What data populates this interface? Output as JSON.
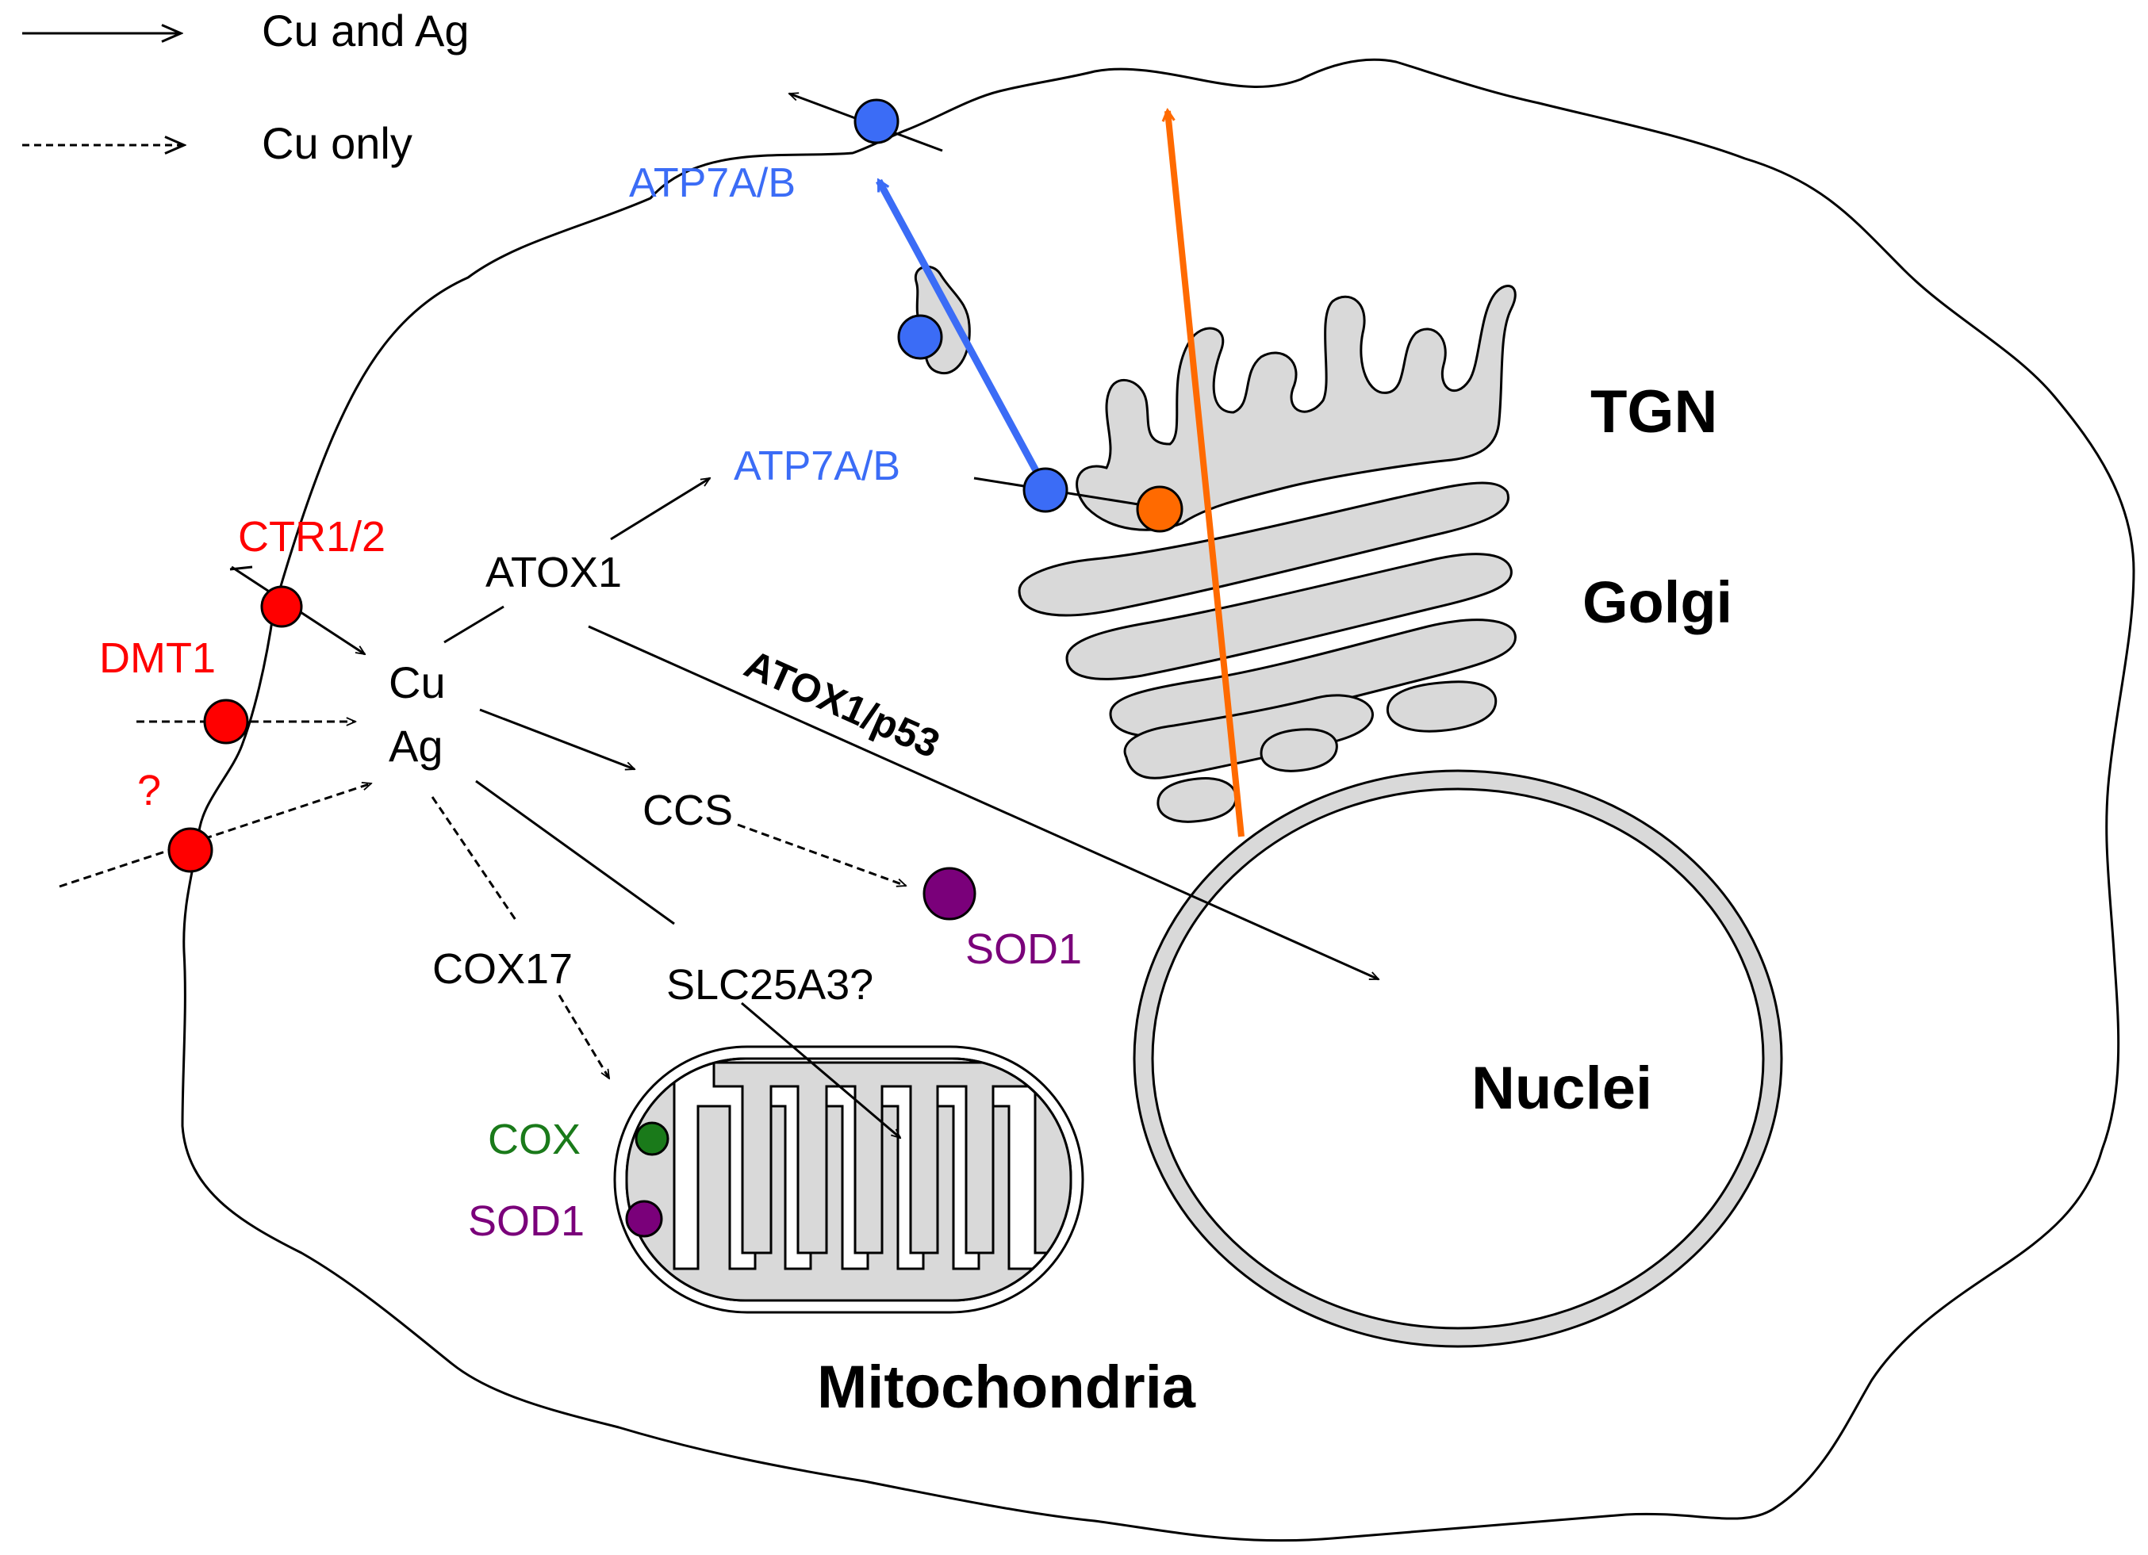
{
  "legend": {
    "solid_label": "Cu and Ag",
    "dashed_label": "Cu only"
  },
  "labels": {
    "atp7ab_top": "ATP7A/B",
    "atp7ab_mid": "ATP7A/B",
    "tgn": "TGN",
    "golgi": "Golgi",
    "ctr": "CTR1/2",
    "dmt1": "DMT1",
    "unknown": "?",
    "atox1": "ATOX1",
    "cu": "Cu",
    "ag": "Ag",
    "atox1_p53": "ATOX1/p53",
    "ccs": "CCS",
    "sod1_cyto": "SOD1",
    "cox17": "COX17",
    "slc25a3": "SLC25A3?",
    "cox": "COX",
    "sod1_mito": "SOD1",
    "nuclei": "Nuclei",
    "mitochondria": "Mitochondria"
  },
  "colors": {
    "transporter_red": "#ff0000",
    "atp7_blue": "#3b6cf6",
    "orange": "#ff6a00",
    "sod_purple": "#7a007a",
    "cox_green": "#1a7a1a",
    "organelle_gray": "#d9d9d9",
    "outline": "#000000"
  }
}
